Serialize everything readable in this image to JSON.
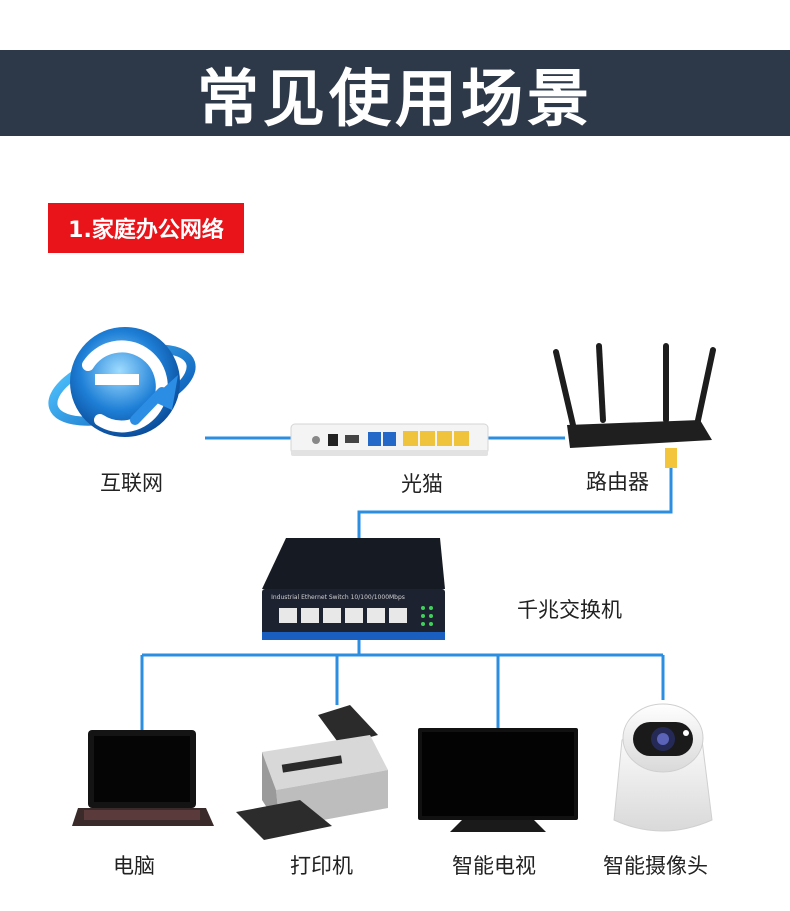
{
  "header": {
    "title": "常见使用场景"
  },
  "section": {
    "label": "1.家庭办公网络"
  },
  "device_text": {
    "switch_panel": "Industrial Ethernet Switch 10/100/1000Mbps"
  },
  "nodes": {
    "internet": "互联网",
    "modem": "光猫",
    "router": "路由器",
    "switch": "千兆交换机",
    "laptop": "电脑",
    "printer": "打印机",
    "tv": "智能电视",
    "camera": "智能摄像头"
  },
  "colors": {
    "banner": "#2d3949",
    "tag": "#e8141a",
    "link": "#2b8ee0"
  }
}
